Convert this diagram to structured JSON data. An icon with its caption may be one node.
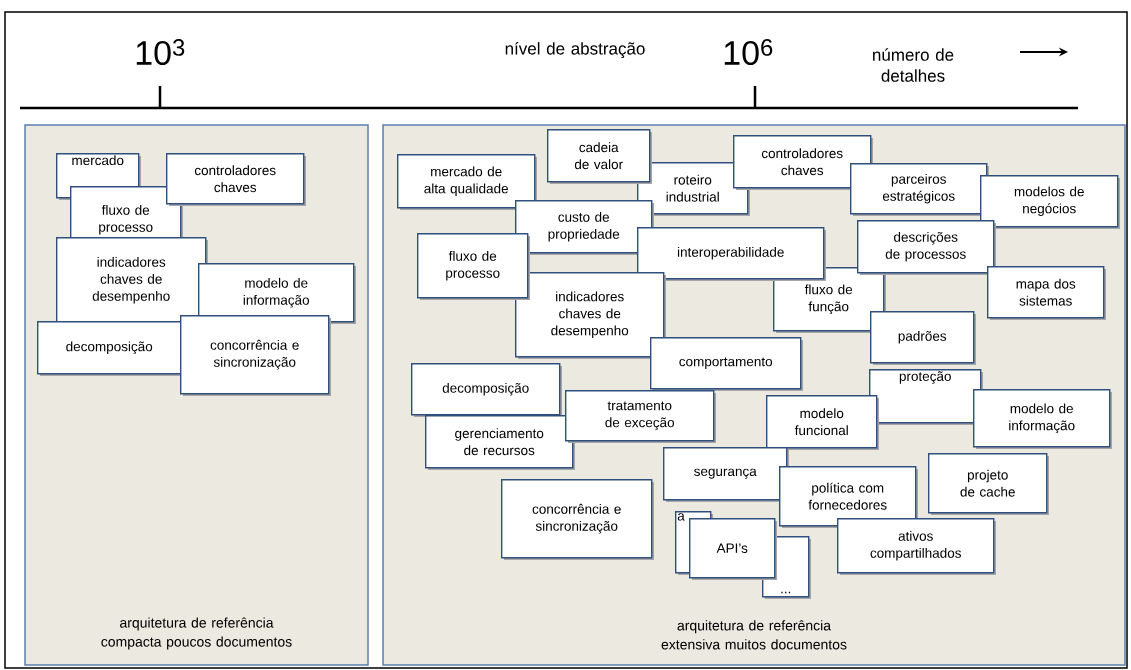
{
  "diagram": {
    "nodes": [
      {
        "text": [
          "arquitetura de referência compacta poucos documentos"
        ]
      },
      {
        "text": [
          "arquitetura de referência extensiva muitos documentos"
        ]
      },
      {
        "text": [
          "mercado"
        ],
        "in": 0
      },
      {
        "text": [
          "fluxo de processo"
        ],
        "in": 0
      },
      {
        "text": [
          "controladores chaves"
        ],
        "in": 0
      },
      {
        "text": [
          "indicadores chaves de desempenho"
        ],
        "in": 0
      },
      {
        "text": [
          "modelo de informação"
        ],
        "in": 0
      },
      {
        "text": [
          "decomposição"
        ],
        "in": 0
      },
      {
        "text": [
          "concorrência e sincronização"
        ],
        "in": 0
      },
      {
        "text": [
          "roteiro industrial"
        ],
        "in": 1
      },
      {
        "text": [
          "cadeia de valor"
        ],
        "in": 1
      },
      {
        "text": [
          "mercado de alta qualidade"
        ],
        "in": 1
      },
      {
        "text": [
          "custo de propriedade"
        ],
        "in": 1
      },
      {
        "text": [
          "controladores chaves"
        ],
        "in": 1
      },
      {
        "text": [
          "parceiros estratégicos"
        ],
        "in": 1
      },
      {
        "text": [
          "modelos de negócios"
        ],
        "in": 1
      },
      {
        "text": [
          "fluxo de função"
        ],
        "in": 1
      },
      {
        "text": [
          "descrições de processos"
        ],
        "in": 1
      },
      {
        "text": [
          "mapa dos sistemas"
        ],
        "in": 1
      },
      {
        "text": [
          "interoperabilidade"
        ],
        "in": 1
      },
      {
        "text": [
          "indicadores chaves de desempenho"
        ],
        "in": 1
      },
      {
        "text": [
          "fluxo de processo"
        ],
        "in": 1
      },
      {
        "text": [
          "comportamento"
        ],
        "in": 1
      },
      {
        "text": [
          "padrões"
        ],
        "in": 1
      },
      {
        "text": [
          "decomposição"
        ],
        "in": 1
      },
      {
        "text": [
          "gerenciamento de recursos"
        ],
        "in": 1
      },
      {
        "text": [
          "tratamento de exceção"
        ],
        "in": 1
      },
      {
        "text": [
          "proteção"
        ],
        "in": 1
      },
      {
        "text": [
          "modelo funcional"
        ],
        "in": 1
      },
      {
        "text": [
          "modelo de informação"
        ],
        "in": 1
      },
      {
        "text": [
          "segurança"
        ],
        "in": 1
      },
      {
        "text": [
          "política com fornecedores"
        ],
        "in": 1
      },
      {
        "text": [
          "projeto de cache"
        ],
        "in": 1
      },
      {
        "text": [
          "concorrência e sincronização"
        ],
        "in": 1
      },
      {
        "text": [
          "ativos compartilhados"
        ],
        "in": 1
      },
      {
        "text": [
          "a"
        ],
        "in": 1
      },
      {
        "text": [
          "..."
        ],
        "in": 1
      },
      {
        "text": [
          "API’s"
        ],
        "in": 1
      }
    ],
    "labels": [
      "10$^{3}$",
      "nível de abstração",
      "10$^{6}$",
      "número de detalhes"
    ]
  }
}
